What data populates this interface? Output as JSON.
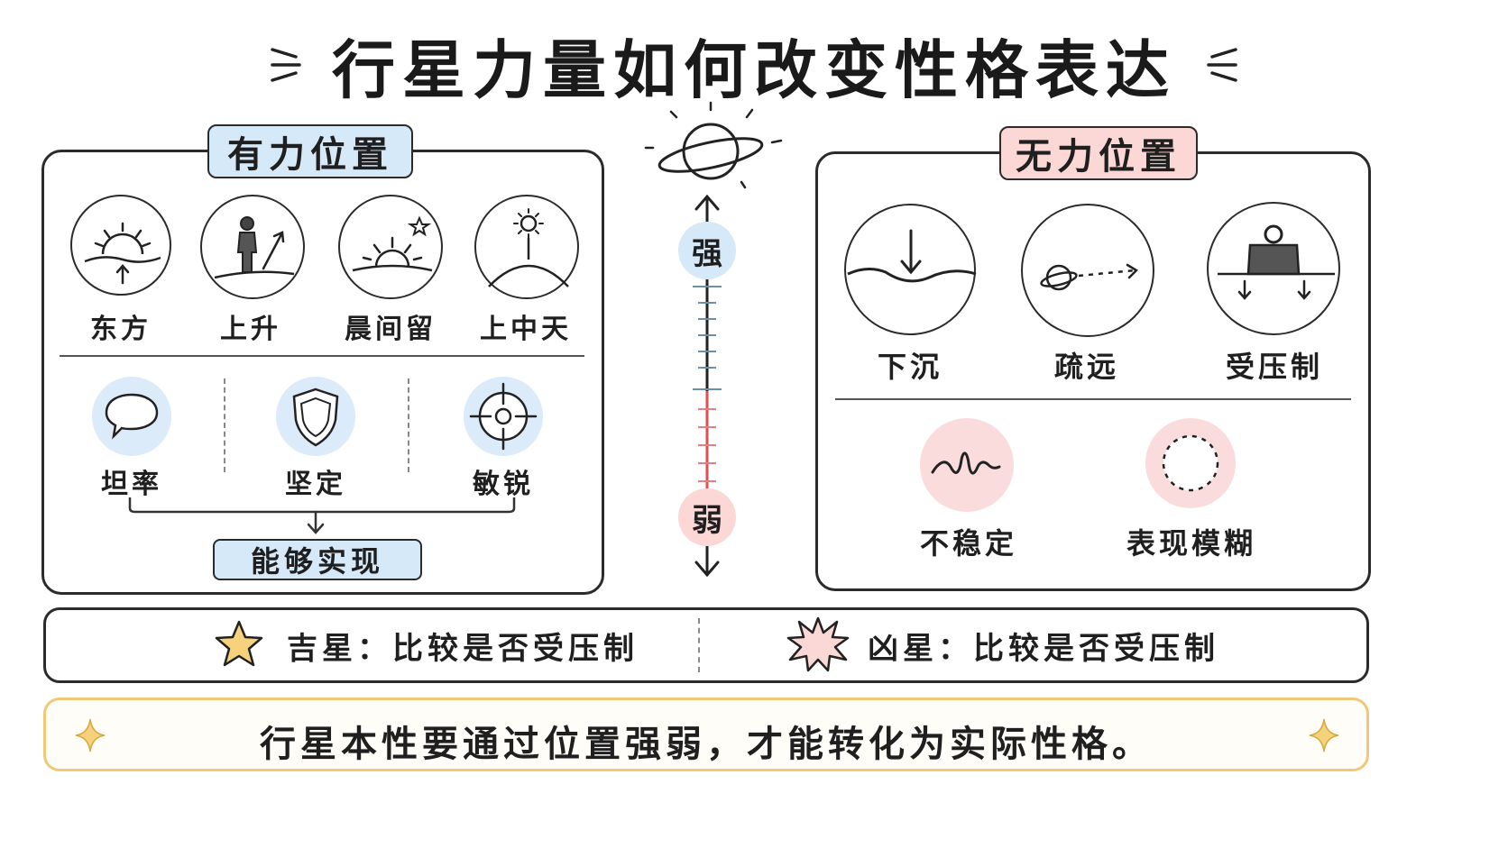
{
  "title": "行星力量如何改变性格表达",
  "strong_panel": {
    "tag": "有力位置",
    "positions": [
      "东方",
      "上升",
      "晨间留",
      "上中天"
    ],
    "traits": [
      "坦率",
      "坚定",
      "敏锐"
    ],
    "result": "能够实现"
  },
  "weak_panel": {
    "tag": "无力位置",
    "positions": [
      "下沉",
      "疏远",
      "受压制"
    ],
    "traits": [
      "不稳定",
      "表现模糊"
    ]
  },
  "scale": {
    "strong": "强",
    "weak": "弱"
  },
  "comparison": {
    "benefic": "吉星：比较是否受压制",
    "malefic": "凶星：比较是否受压制"
  },
  "summary": "行星本性要通过位置强弱，才能转化为实际性格。",
  "colors": {
    "blue_fill": "#d6e9f8",
    "pink_fill": "#fbd8d6",
    "summary_border": "#f0c878",
    "star_fill": "#f7d27c",
    "scale_red": "#e05050"
  }
}
